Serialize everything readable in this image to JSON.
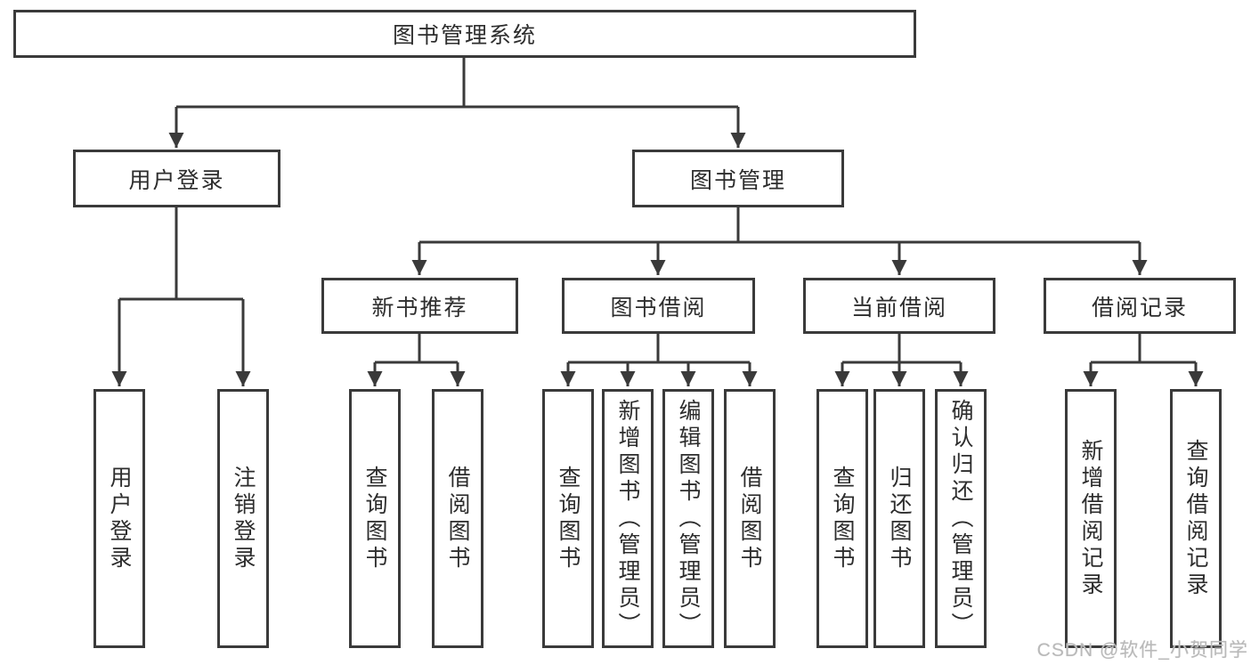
{
  "diagram": {
    "root": {
      "label": "图书管理系统",
      "children": [
        {
          "label": "用户登录",
          "children": [
            {
              "label": "用户登录"
            },
            {
              "label": "注销登录"
            }
          ]
        },
        {
          "label": "图书管理",
          "children": [
            {
              "label": "新书推荐",
              "children": [
                {
                  "label": "查询图书"
                },
                {
                  "label": "借阅图书"
                }
              ]
            },
            {
              "label": "图书借阅",
              "children": [
                {
                  "label": "查询图书"
                },
                {
                  "label": "新增图书（管理员）"
                },
                {
                  "label": "编辑图书（管理员）"
                },
                {
                  "label": "借阅图书"
                }
              ]
            },
            {
              "label": "当前借阅",
              "children": [
                {
                  "label": "查询图书"
                },
                {
                  "label": "归还图书"
                },
                {
                  "label": "确认归还（管理员）"
                }
              ]
            },
            {
              "label": "借阅记录",
              "children": [
                {
                  "label": "新增借阅记录"
                },
                {
                  "label": "查询借阅记录"
                }
              ]
            }
          ]
        }
      ]
    }
  },
  "watermark": "CSDN @软件_小贺同学",
  "colors": {
    "line": "#3a3a3a",
    "text": "#2d2d2d",
    "watermark": "#b9b9b9",
    "background": "#ffffff"
  }
}
